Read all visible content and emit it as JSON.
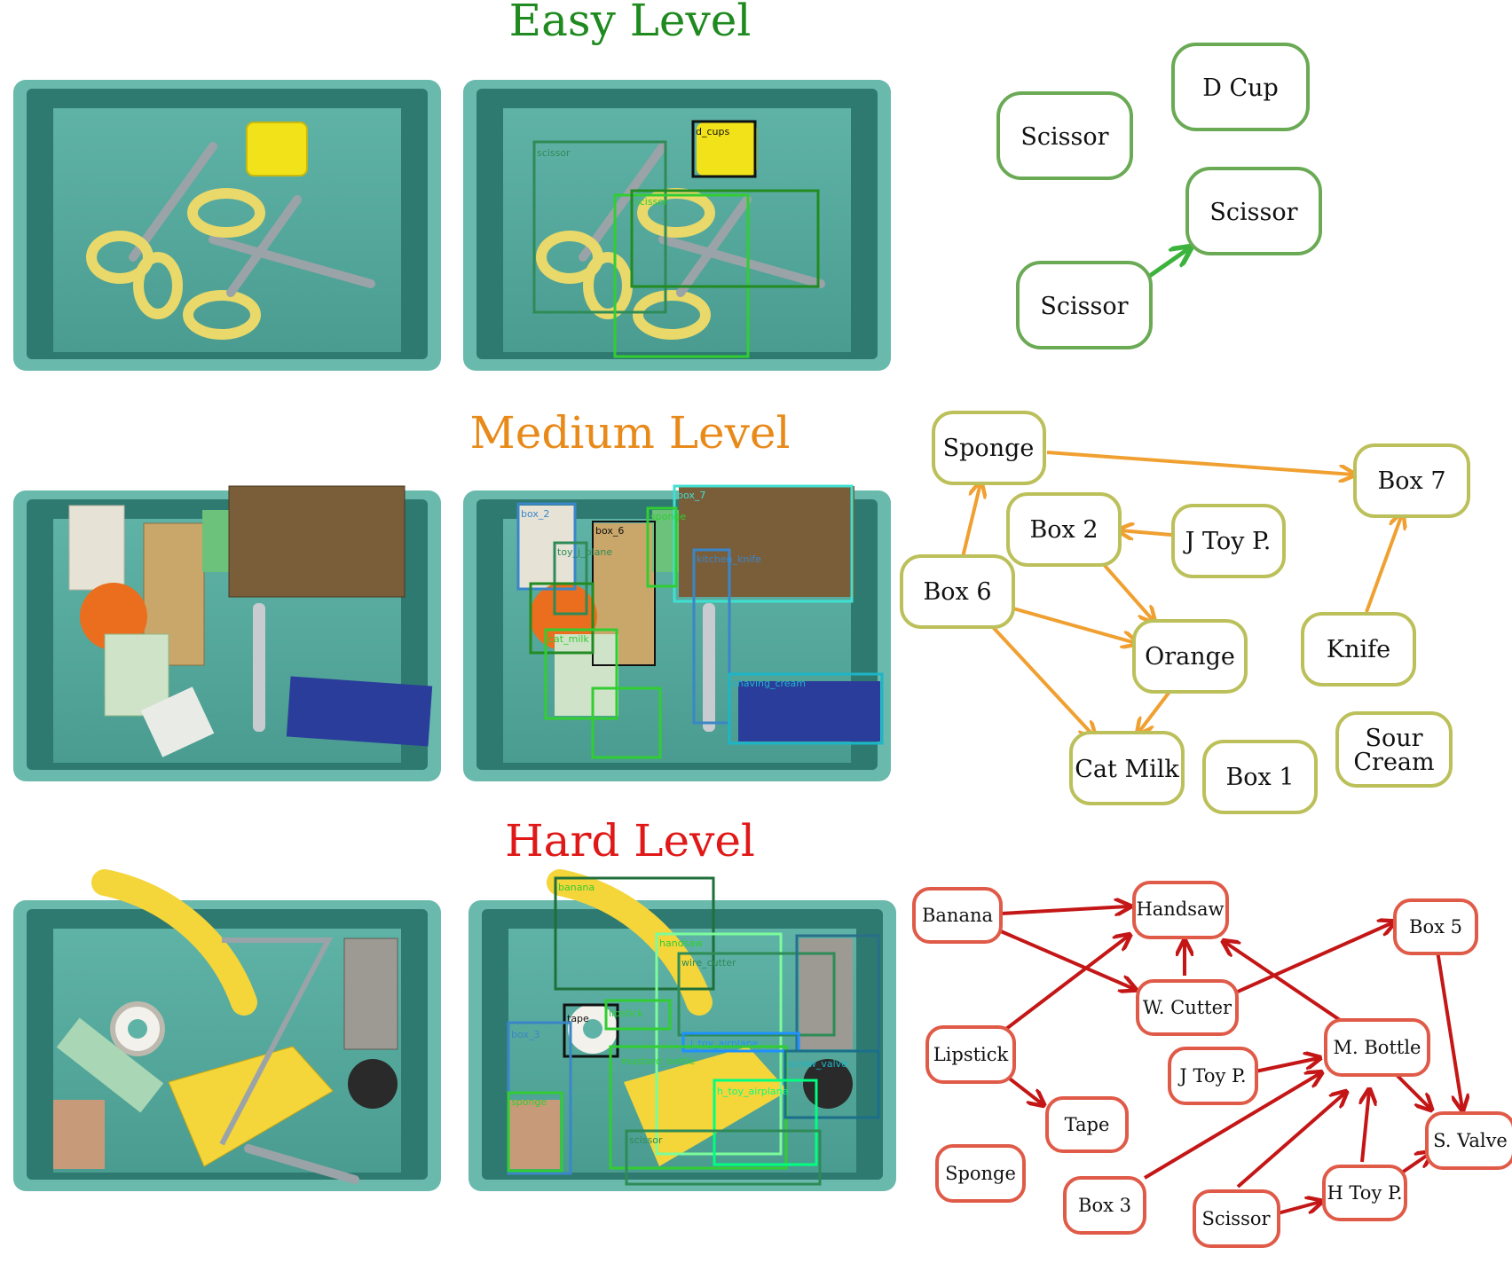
{
  "levels": [
    {
      "title": "Easy Level",
      "color": "#1f8a1f",
      "node_border": "#6aaa55",
      "edge_color": "#3cb33c",
      "nodes": {
        "e_scissor1": "Scissor",
        "e_dcup": "D Cup",
        "e_scissor2": "Scissor",
        "e_scissor3": "Scissor"
      },
      "edges": [
        [
          "e_scissor3",
          "e_scissor2"
        ]
      ],
      "detections": {
        "scissor_a": "scissor",
        "d_cups": "d_cups",
        "scissor_b": "scissor"
      }
    },
    {
      "title": "Medium Level",
      "color": "#e88a1a",
      "node_border": "#bcc05a",
      "edge_color": "#f0a030",
      "nodes": {
        "m_sponge": "Sponge",
        "m_box7": "Box 7",
        "m_box2": "Box 2",
        "m_jtoy": "J Toy P.",
        "m_box6": "Box 6",
        "m_orange": "Orange",
        "m_knife": "Knife",
        "m_catmilk": "Cat Milk",
        "m_box1": "Box 1",
        "m_sourcream_1": "Sour",
        "m_sourcream_2": "Cream"
      },
      "edges": [
        [
          "m_sponge",
          "m_box7"
        ],
        [
          "m_jtoy",
          "m_box2"
        ],
        [
          "m_box2",
          "m_orange"
        ],
        [
          "m_box6",
          "m_sponge"
        ],
        [
          "m_box6",
          "m_orange"
        ],
        [
          "m_box6",
          "m_catmilk"
        ],
        [
          "m_orange",
          "m_catmilk"
        ],
        [
          "m_knife",
          "m_box7"
        ]
      ],
      "detections": {
        "box_2": "box_2",
        "box_6": "box_6",
        "box_7": "box_7",
        "sponge": "sponge",
        "toy": "toy_j_plane",
        "knife": "kitchen_knife",
        "cat_milk": "cat_milk",
        "shaving_cream": "shaving_cream"
      }
    },
    {
      "title": "Hard Level",
      "color": "#e01818",
      "node_border": "#e05a48",
      "edge_color": "#c41616",
      "nodes": {
        "h_banana": "Banana",
        "h_handsaw": "Handsaw",
        "h_box5": "Box 5",
        "h_wcutter": "W. Cutter",
        "h_lipstick": "Lipstick",
        "h_mbottle": "M. Bottle",
        "h_jtoy": "J Toy P.",
        "h_tape": "Tape",
        "h_svalve": "S. Valve",
        "h_sponge": "Sponge",
        "h_box3": "Box 3",
        "h_scissor": "Scissor",
        "h_htoy": "H Toy P."
      },
      "edges": [
        [
          "h_banana",
          "h_handsaw"
        ],
        [
          "h_banana",
          "h_wcutter"
        ],
        [
          "h_wcutter",
          "h_handsaw"
        ],
        [
          "h_wcutter",
          "h_box5"
        ],
        [
          "h_lipstick",
          "h_handsaw"
        ],
        [
          "h_lipstick",
          "h_tape"
        ],
        [
          "h_mbottle",
          "h_handsaw"
        ],
        [
          "h_mbottle",
          "h_svalve"
        ],
        [
          "h_jtoy",
          "h_mbottle"
        ],
        [
          "h_box3",
          "h_mbottle"
        ],
        [
          "h_scissor",
          "h_mbottle"
        ],
        [
          "h_scissor",
          "h_htoy"
        ],
        [
          "h_htoy",
          "h_mbottle"
        ],
        [
          "h_htoy",
          "h_svalve"
        ],
        [
          "h_box5",
          "h_svalve"
        ]
      ],
      "detections": {
        "banana": "banana",
        "handsaw": "handsaw",
        "wire_cutter": "wire_cutter",
        "box_5": "box_5",
        "tape": "tape",
        "lipstick": "lipstick",
        "toy_airplane": "j_toy_airplane",
        "box_3": "box_3",
        "bottle": "mustard_bottle",
        "valve": "screw_valve",
        "h_toy": "h_toy_airplane",
        "sponge": "sponge",
        "scissor": "scissor"
      }
    }
  ]
}
